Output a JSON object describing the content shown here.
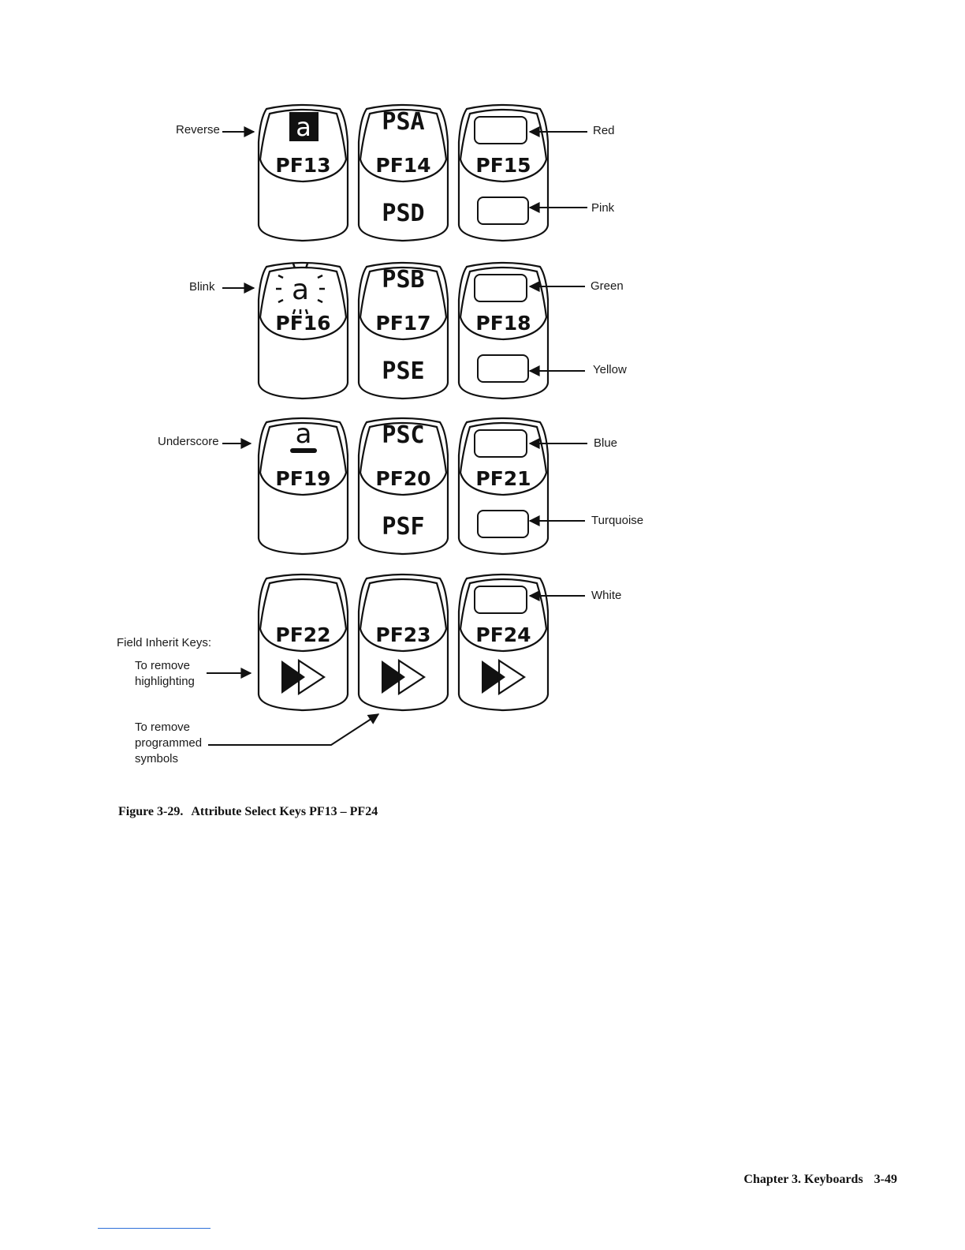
{
  "keys": [
    {
      "label": "PF13",
      "top_kind": "reverse",
      "glyph": "a"
    },
    {
      "label": "PF14",
      "top_text": "PSA",
      "bottom_text": "PSD"
    },
    {
      "label": "PF15",
      "top_kind": "color-window",
      "bottom_kind": "color-window"
    },
    {
      "label": "PF16",
      "top_kind": "blink",
      "glyph": "a"
    },
    {
      "label": "PF17",
      "top_text": "PSB",
      "bottom_text": "PSE"
    },
    {
      "label": "PF18",
      "top_kind": "color-window",
      "bottom_kind": "color-window"
    },
    {
      "label": "PF19",
      "top_kind": "underscore",
      "glyph": "a"
    },
    {
      "label": "PF20",
      "top_text": "PSC",
      "bottom_text": "PSF"
    },
    {
      "label": "PF21",
      "top_kind": "color-window",
      "bottom_kind": "color-window"
    },
    {
      "label": "PF22",
      "bottom_kind": "field-inherit-icon"
    },
    {
      "label": "PF23",
      "bottom_kind": "field-inherit-icon"
    },
    {
      "label": "PF24",
      "top_kind": "color-window",
      "bottom_kind": "field-inherit-icon"
    }
  ],
  "attribute_labels": {
    "reverse": "Reverse",
    "blink": "Blink",
    "underscore": "Underscore"
  },
  "color_labels": {
    "red": "Red",
    "pink": "Pink",
    "green": "Green",
    "yellow": "Yellow",
    "blue": "Blue",
    "turquoise": "Turquoise",
    "white": "White"
  },
  "field_inherit": {
    "heading": "Field Inherit Keys:",
    "remove_highlighting": "To remove highlighting",
    "remove_programmed": "To remove programmed symbols"
  },
  "caption": {
    "number": "Figure 3-29.",
    "title": "Attribute Select Keys  PF13 – PF24"
  },
  "footer": {
    "chapter": "Chapter 3. Keyboards",
    "page": "3-49"
  }
}
